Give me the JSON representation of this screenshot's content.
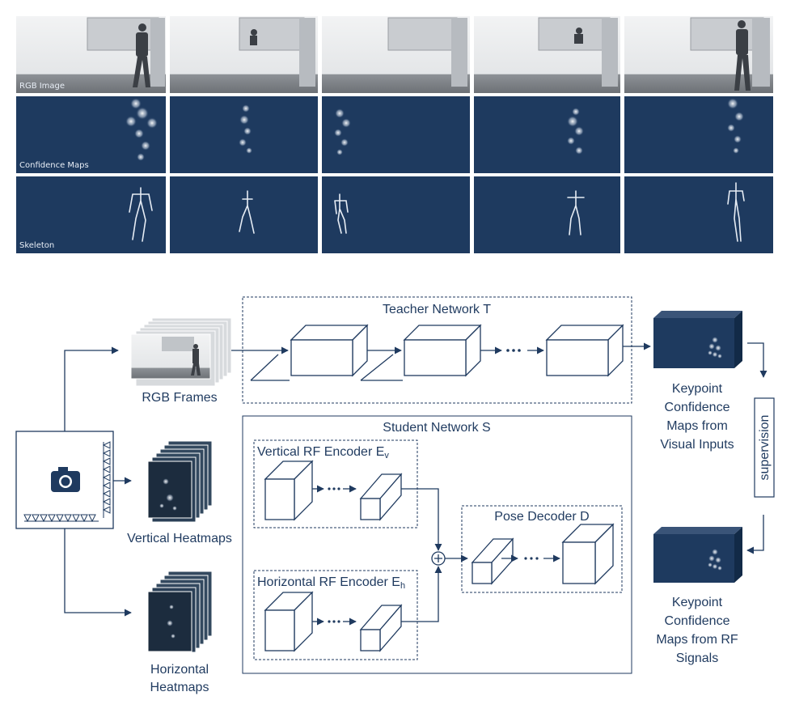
{
  "top_grid": {
    "row_labels": [
      "RGB Image",
      "Confidence Maps",
      "Skeleton"
    ]
  },
  "diagram": {
    "teacher_title": "Teacher Network T",
    "rgb_frames_label": "RGB Frames",
    "keypoint_visual_label": [
      "Keypoint",
      "Confidence",
      "Maps from",
      "Visual Inputs"
    ],
    "supervision_label": "supervision",
    "student_title": "Student Network S",
    "vertical_encoder_label": "Vertical RF Encoder E",
    "vertical_encoder_sub": "v",
    "horizontal_encoder_label": "Horizontal RF Encoder E",
    "horizontal_encoder_sub": "h",
    "pose_decoder_label": "Pose Decoder D",
    "vertical_heatmaps_label": "Vertical Heatmaps",
    "horizontal_heatmaps_label": [
      "Horizontal",
      "Heatmaps"
    ],
    "keypoint_rf_label": [
      "Keypoint",
      "Confidence",
      "Maps from RF",
      "Signals"
    ],
    "colors": {
      "navy": "#1f3a5f",
      "panel": "#1e3a5f",
      "arrow": "#1f3a5f"
    }
  }
}
